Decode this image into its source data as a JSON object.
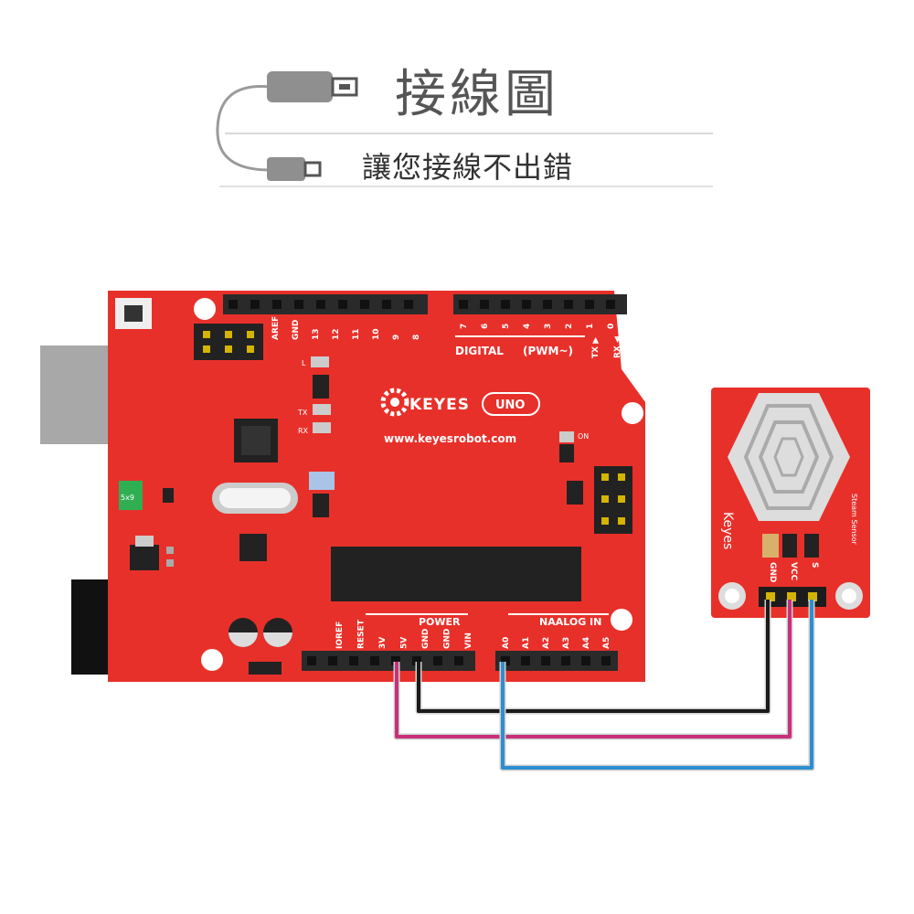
{
  "header": {
    "title": "接線圖",
    "subtitle": "讓您接線不出錯"
  },
  "board": {
    "brand": "KEYES",
    "model": "UNO",
    "website": "www.keyesrobot.com",
    "digital_label": "DIGITAL",
    "pwm_label": "(PWM~)",
    "power_label": "POWER",
    "analog_label": "NAALOG IN",
    "on_label": "ON",
    "l_label": "L",
    "tx_label": "TX",
    "rx_label": "RX",
    "top_pins_left": [
      "AREF",
      "GND",
      "13",
      "12",
      "11",
      "10",
      "9",
      "8"
    ],
    "top_pins_right": [
      "7",
      "6",
      "5",
      "4",
      "3",
      "2",
      "1",
      "0"
    ],
    "tx_pin_label": "TX ▶",
    "rx_pin_label": "RX ◀",
    "power_pins": [
      "IOREF",
      "RESET",
      "3V",
      "5V",
      "GND",
      "GND",
      "VIN"
    ],
    "analog_pins": [
      "A0",
      "A1",
      "A2",
      "A3",
      "A4",
      "A5"
    ],
    "fuse_label": "5x9",
    "color": "#e8302a"
  },
  "sensor": {
    "brand": "Keyes",
    "name": "Steam Sensor",
    "pins": [
      "GND",
      "VCC",
      "S"
    ],
    "color": "#e8302a"
  },
  "wires": [
    {
      "from": "GND",
      "to": "GND",
      "color": "#1a1a1a"
    },
    {
      "from": "5V",
      "to": "VCC",
      "color": "#c8307a"
    },
    {
      "from": "A0",
      "to": "S",
      "color": "#2e8fd0"
    }
  ],
  "colors": {
    "board_red": "#e8302a",
    "header_black": "#2a2a2a",
    "cable_gray": "#9a9a9a"
  }
}
